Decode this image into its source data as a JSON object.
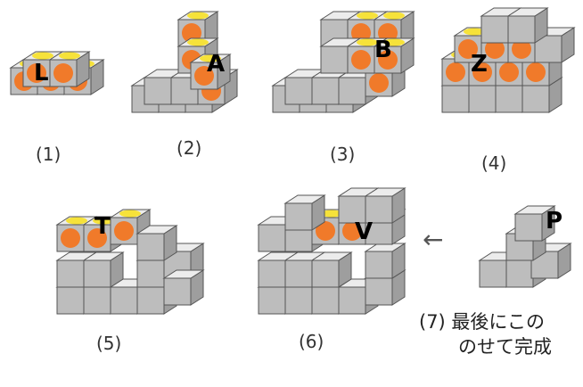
{
  "colors": {
    "cube_top": "#ececec",
    "cube_left": "#bdbdbd",
    "cube_right": "#9e9e9e",
    "stroke": "#555555",
    "orange": "#f07a2a",
    "yellow": "#f6e23a"
  },
  "steps": [
    {
      "number": "(1)",
      "piece_letter": "L"
    },
    {
      "number": "(2)",
      "piece_letter": "A"
    },
    {
      "number": "(3)",
      "piece_letter": "B"
    },
    {
      "number": "(4)",
      "piece_letter": "Z"
    },
    {
      "number": "(5)",
      "piece_letter": "T"
    },
    {
      "number": "(6)",
      "piece_letter": "V"
    },
    {
      "number": "(7)",
      "piece_letter": "P"
    }
  ],
  "final_caption": {
    "line1": "(7) 最後にこの",
    "line2": "のせて完成"
  },
  "arrow": "←"
}
